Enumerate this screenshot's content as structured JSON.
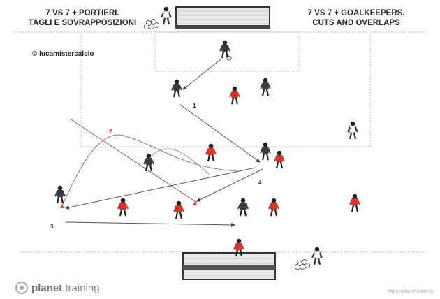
{
  "title_it": [
    "7 VS 7 + PORTIERI.",
    "TAGLI E SOVRAPPOSIZIONI"
  ],
  "title_en": [
    "7 VS 7 + GOALKEEPERS.",
    "CUTS AND  OVERLAPS"
  ],
  "copyright": "© lucamistercalcio",
  "brand": {
    "name": "planet",
    "suffix": ".training"
  },
  "site": "https://planet.training",
  "step_labels": {
    "s1": "1",
    "s2": "2",
    "s3": "3",
    "s4": "4"
  },
  "colors": {
    "red_team": "#d8342a",
    "dark_team": "#3a3a48",
    "line": "#555555",
    "cone": "#e0493a",
    "field_line": "#bbbbbb"
  }
}
